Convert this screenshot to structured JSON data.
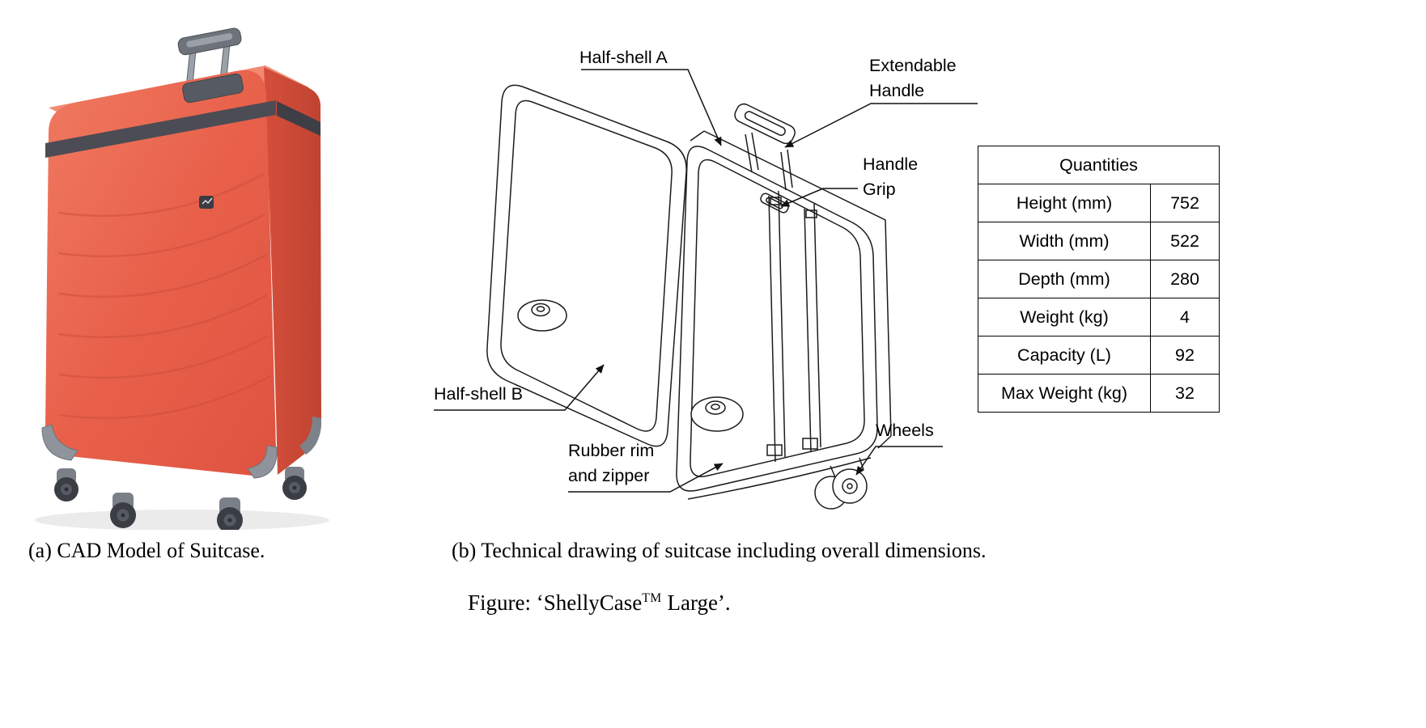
{
  "figure": {
    "subfig_a": {
      "caption": "(a) CAD Model of Suitcase."
    },
    "subfig_b": {
      "caption": "(b) Technical drawing of suitcase including overall dimensions.",
      "annotations": {
        "half_shell_a": "Half-shell A",
        "extendable_handle": [
          "Extendable",
          "Handle"
        ],
        "handle_grip": [
          "Handle",
          "Grip"
        ],
        "half_shell_b": "Half-shell B",
        "rubber_rim": [
          "Rubber rim",
          "and zipper"
        ],
        "wheels": "Wheels"
      },
      "table": {
        "header": "Quantities",
        "rows": [
          {
            "label": "Height (mm)",
            "value": "752"
          },
          {
            "label": "Width (mm)",
            "value": "522"
          },
          {
            "label": "Depth (mm)",
            "value": "280"
          },
          {
            "label": "Weight (kg)",
            "value": "4"
          },
          {
            "label": "Capacity (L)",
            "value": "92"
          },
          {
            "label": "Max Weight (kg)",
            "value": "32"
          }
        ]
      }
    },
    "main_caption": {
      "prefix": "Figure: ‘ShellyCase",
      "superscript": "TM",
      "suffix": " Large’."
    }
  },
  "colors": {
    "suitcase_front": "#e8604a",
    "suitcase_side": "#c94836",
    "band": "#4c4c55",
    "handle_gray": "#6e737b",
    "wheel_dark": "#3a3d44",
    "line": "#1b1b1b"
  }
}
